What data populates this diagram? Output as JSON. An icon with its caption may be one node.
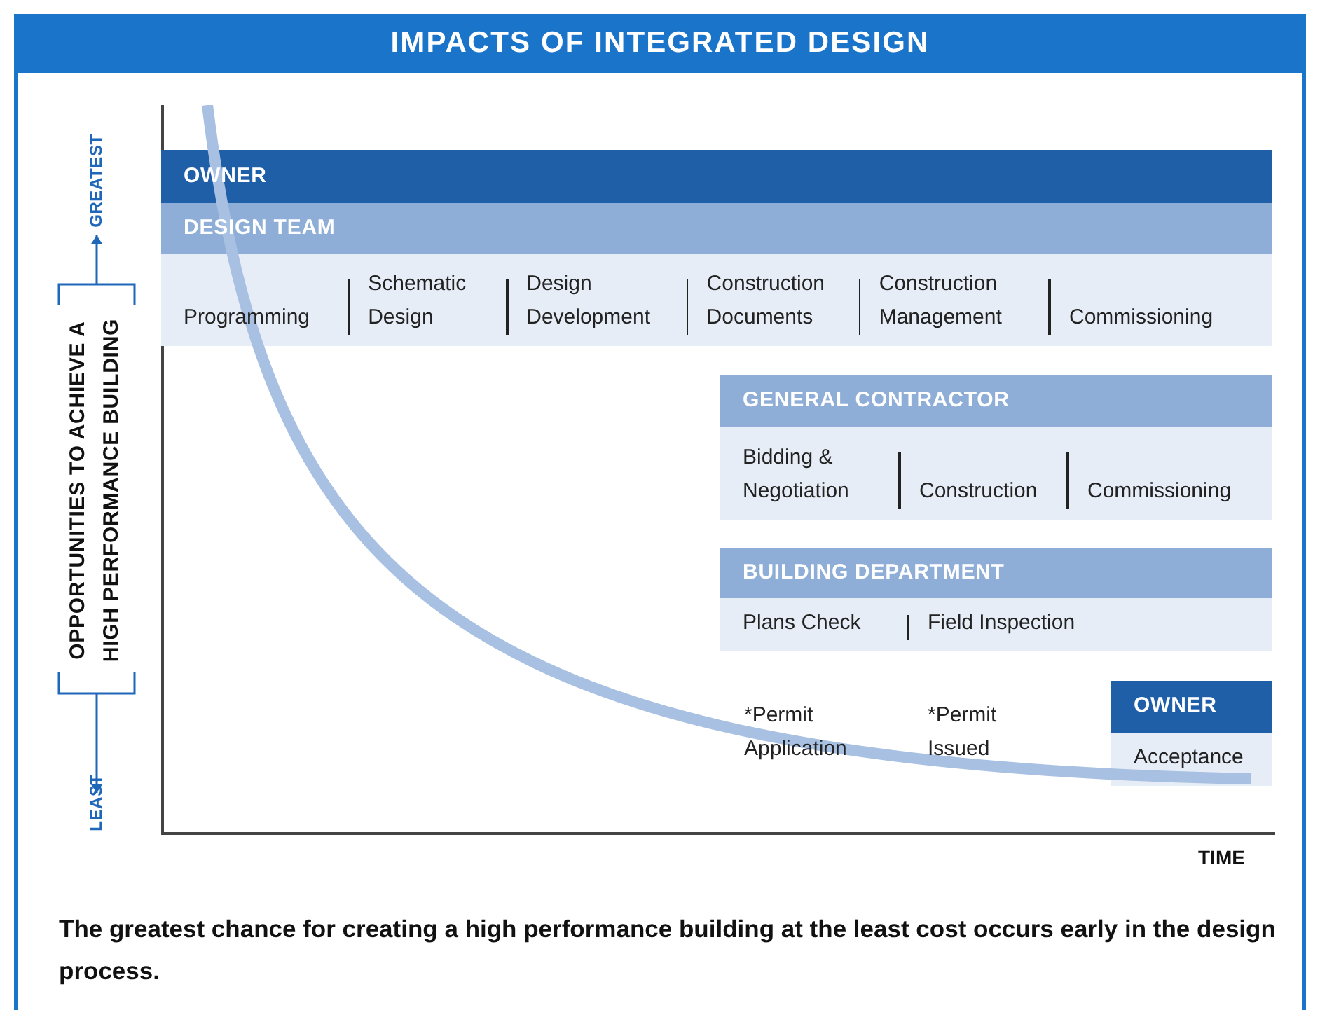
{
  "diagram": {
    "title": "IMPACTS OF INTEGRATED DESIGN",
    "nodes": [
      {
        "text": [
          "OWNER"
        ]
      },
      {
        "text": [
          "DESIGN TEAM",
          "Programming",
          "Schematic Design",
          "Design Development",
          "Construction Documents",
          "Construction Management",
          "Commissioning"
        ]
      },
      {
        "text": [
          "GENERAL CONTRACTOR",
          "Bidding & Negotiation",
          "Construction",
          "Commissioning"
        ]
      },
      {
        "text": [
          "BUILDING DEPARTMENT",
          "Plans Check",
          "Field Inspection"
        ]
      },
      {
        "text": [
          "OWNER",
          "Acceptance"
        ]
      }
    ],
    "edges": [],
    "labels": [
      "GREATEST",
      "OPPORTUNITIES TO ACHIEVE A HIGH PERFORMANCE BUILDING",
      "LEAST",
      "*Permit Application",
      "*Permit Issued",
      "TIME"
    ],
    "caption": "The greatest chance for creating a high performance building at the least cost occurs early in the design process."
  }
}
